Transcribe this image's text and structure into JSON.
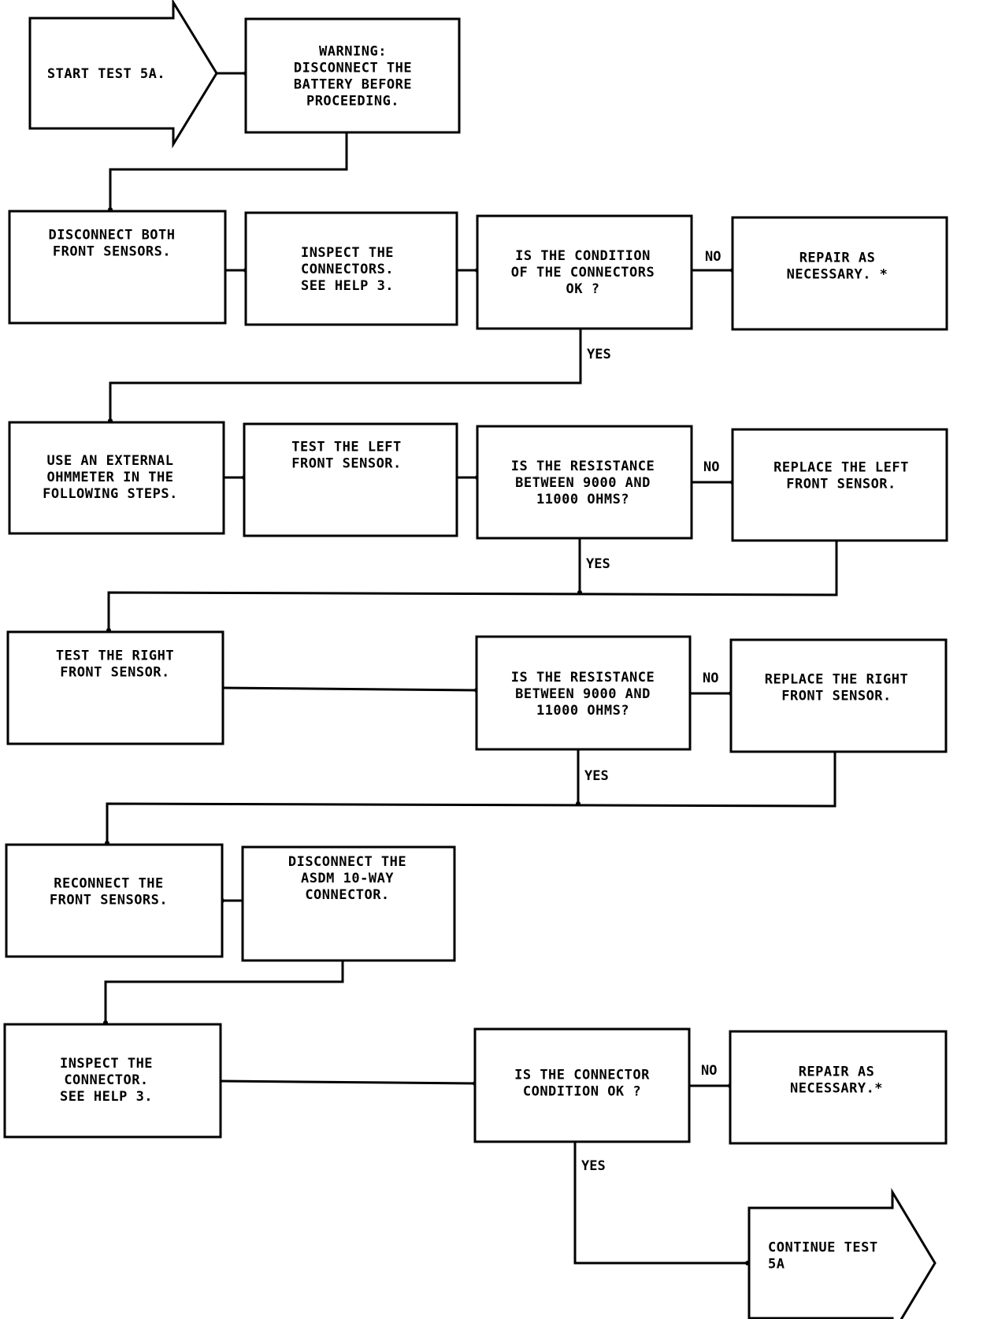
{
  "nodes": {
    "start": [
      "START TEST 5A."
    ],
    "warning": [
      "WARNING:",
      "DISCONNECT THE",
      "BATTERY BEFORE",
      "PROCEEDING."
    ],
    "disconnect_both": [
      "DISCONNECT BOTH",
      "FRONT SENSORS."
    ],
    "inspect_connectors": [
      "INSPECT THE",
      "CONNECTORS.",
      "SEE HELP 3."
    ],
    "condition_connectors": [
      "IS THE CONDITION",
      "OF THE CONNECTORS",
      "OK ?"
    ],
    "repair1": [
      "REPAIR AS",
      "NECESSARY. *"
    ],
    "use_ohmmeter": [
      "USE AN EXTERNAL",
      "OHMMETER IN THE",
      "FOLLOWING STEPS."
    ],
    "test_left": [
      "TEST THE LEFT",
      "FRONT SENSOR."
    ],
    "resistance_left": [
      "IS THE RESISTANCE",
      "BETWEEN 9000 AND",
      "11000 OHMS?"
    ],
    "replace_left": [
      "REPLACE THE LEFT",
      "FRONT SENSOR."
    ],
    "test_right": [
      "TEST THE RIGHT",
      "FRONT SENSOR."
    ],
    "resistance_right": [
      "IS THE RESISTANCE",
      "BETWEEN 9000 AND",
      "11000 OHMS?"
    ],
    "replace_right": [
      "REPLACE THE RIGHT",
      "FRONT SENSOR."
    ],
    "reconnect": [
      "RECONNECT THE",
      "FRONT SENSORS."
    ],
    "disconnect_asdm": [
      "DISCONNECT THE",
      "ASDM 10-WAY",
      "CONNECTOR."
    ],
    "inspect_connector": [
      "INSPECT THE",
      "CONNECTOR.",
      "SEE HELP 3."
    ],
    "connector_condition": [
      "IS THE CONNECTOR",
      "CONDITION OK ?"
    ],
    "repair2": [
      "REPAIR AS",
      "NECESSARY.*"
    ],
    "continue": [
      "CONTINUE TEST",
      "5A"
    ]
  },
  "edge_labels": {
    "no": "NO",
    "yes": "YES"
  }
}
